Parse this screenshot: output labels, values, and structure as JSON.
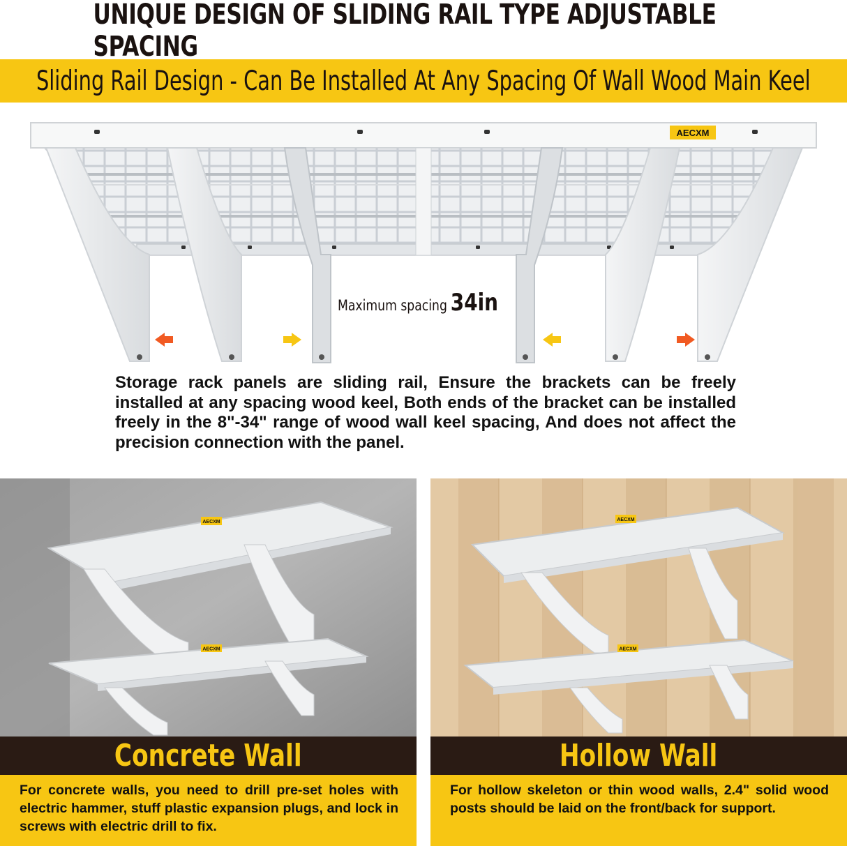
{
  "header": {
    "title": "UNIQUE DESIGN OF SLIDING RAIL TYPE ADJUSTABLE SPACING"
  },
  "banner": {
    "text": "Sliding Rail Design - Can Be Installed At Any Spacing Of Wall Wood Main Keel"
  },
  "product": {
    "brand": "AECXM",
    "spacing_text": "Maximum spacing",
    "spacing_value": "34in",
    "arrow_colors": {
      "outer": "#f15a22",
      "inner": "#f7c613"
    }
  },
  "description": "Storage rack panels are sliding rail, Ensure the brackets can be freely installed at any spacing wood keel, Both ends of the bracket can be installed freely in the 8\"-34\" range of wood wall keel spacing, And does not affect the precision connection with the panel.",
  "panels": [
    {
      "title": "Concrete Wall",
      "text": "For concrete walls, you need to drill pre-set holes with electric hammer, stuff plastic expansion plugs, and lock in screws with electric drill to fix.",
      "brand": "AECXM"
    },
    {
      "title": "Hollow Wall",
      "text": "For hollow skeleton or thin wood walls, 2.4\" solid wood posts should be laid on the front/back for support.",
      "brand": "AECXM"
    }
  ],
  "colors": {
    "accent": "#f7c613",
    "dark": "#2a1b14"
  }
}
